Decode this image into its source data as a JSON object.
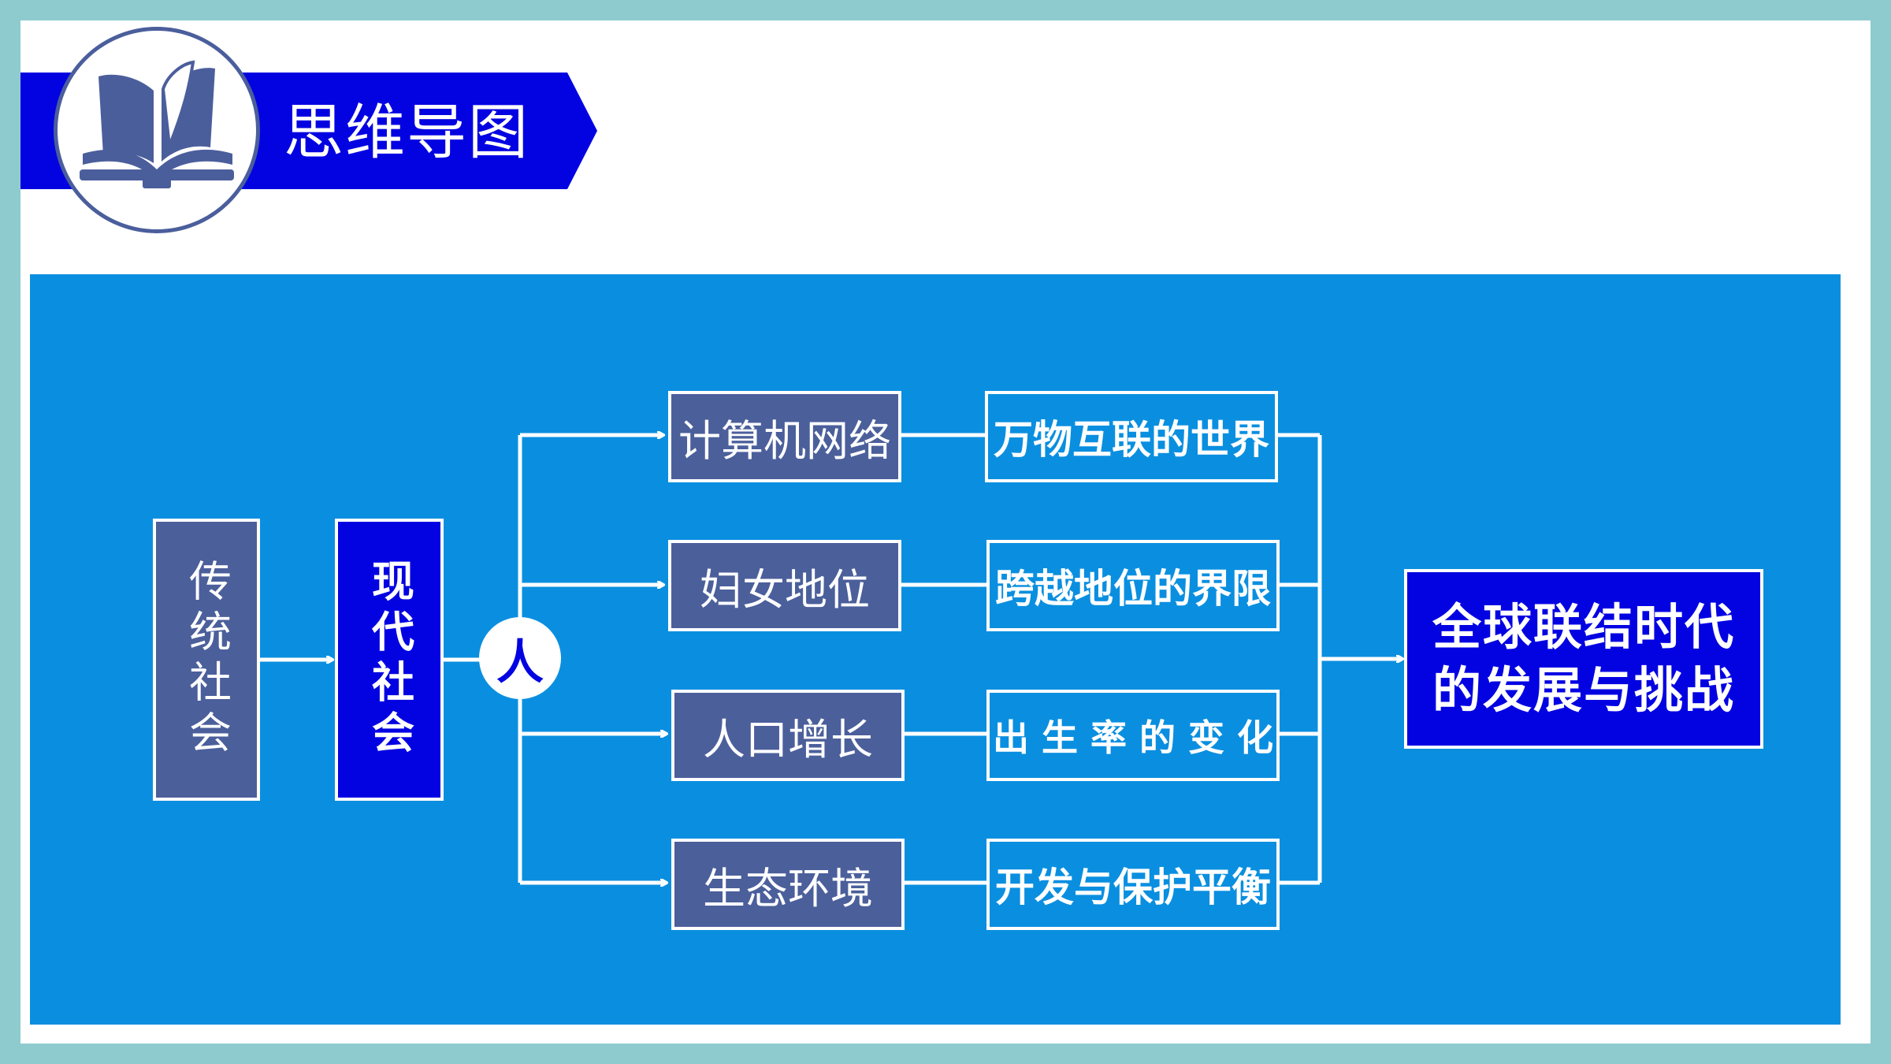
{
  "header": {
    "title": "思维导图",
    "icon": "open-book-icon",
    "colors": {
      "band": "#0303e2",
      "badge_ring": "#4b5e9c"
    }
  },
  "diagram": {
    "colors": {
      "panel": "#0a8fe0",
      "grey_box": "#4b5f9b",
      "blue_box": "#0303e2",
      "line": "#ffffff"
    },
    "start": "传统社会",
    "current": "现代社会",
    "hub": "人",
    "branches": [
      {
        "topic": "计算机网络",
        "result": "万物互联的世界"
      },
      {
        "topic": "妇女地位",
        "result": "跨越地位的界限"
      },
      {
        "topic": "人口增长",
        "result": "出 生 率 的 变 化"
      },
      {
        "topic": "生态环境",
        "result": "开发与保护平衡"
      }
    ],
    "conclusion": {
      "line1": "全球联结时代",
      "line2": "的发展与挑战"
    }
  }
}
